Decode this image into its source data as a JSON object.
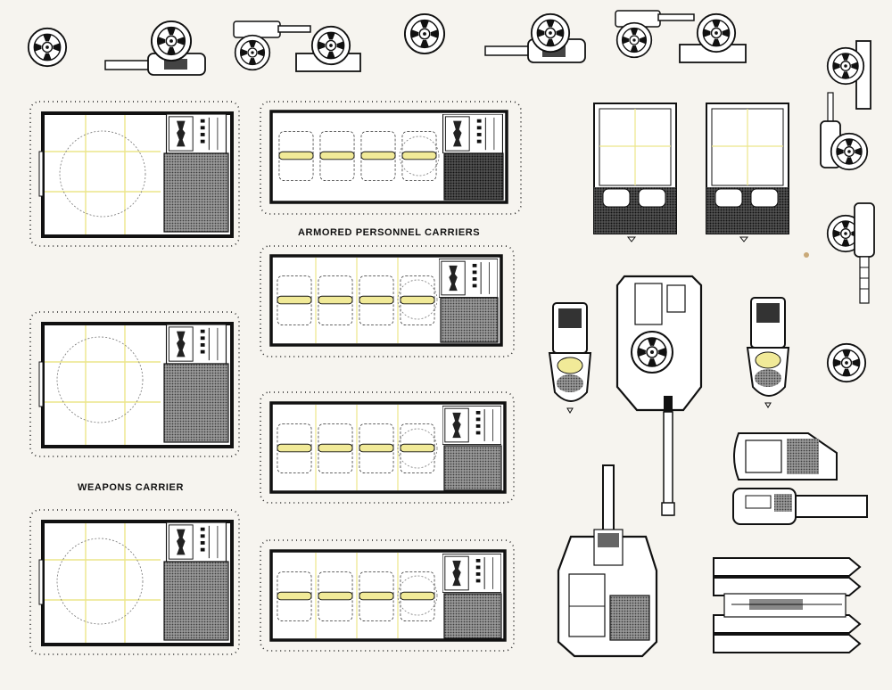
{
  "labels": {
    "armored_personnel_carriers": "ARMORED PERSONNEL CARRIERS",
    "weapons_carrier": "WEAPONS CARRIER"
  },
  "colors": {
    "paper": "#f6f4ef",
    "ink": "#111111",
    "grid_yellow": "#ece58a",
    "cushion_yellow": "#f1ea98",
    "hatch_grey": "#8a8a8a"
  },
  "counts": {
    "weapons_carriers": 3,
    "armored_personnel_carriers": 4,
    "apc_seats_per_row": 4
  }
}
